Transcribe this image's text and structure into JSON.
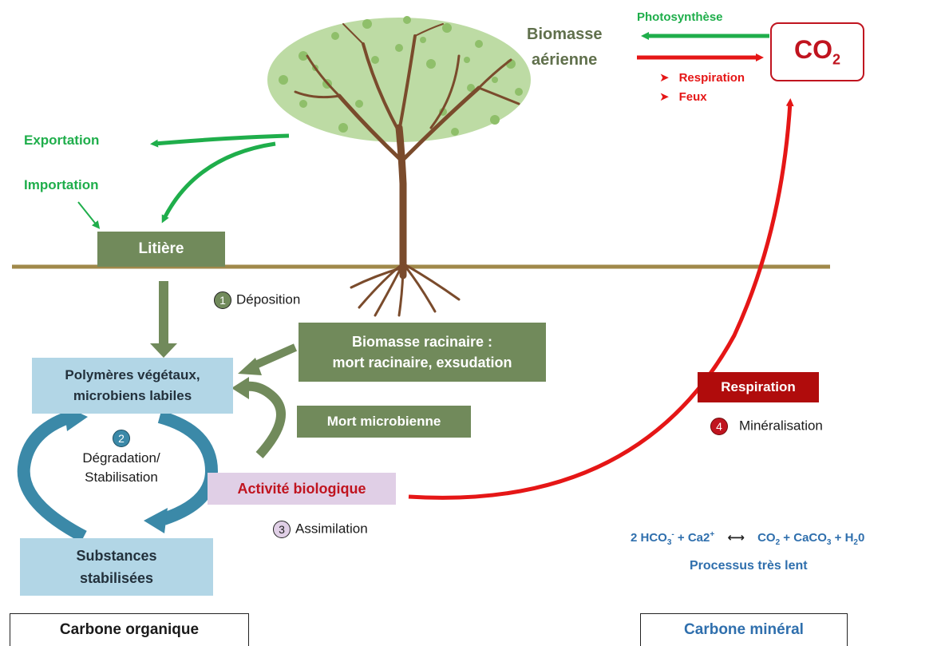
{
  "co2": {
    "main": "CO",
    "sub": "2"
  },
  "biomasse_aerienne": {
    "line1": "Biomasse",
    "line2": "aérienne"
  },
  "photosynthese": "Photosynthèse",
  "respiration_top": "Respiration",
  "feux": "Feux",
  "exportation": "Exportation",
  "importation": "Importation",
  "litiere": "Litière",
  "deposition": {
    "num": "1",
    "label": "Déposition"
  },
  "biomasse_racinaire": {
    "line1": "Biomasse racinaire :",
    "line2": "mort racinaire, exsudation"
  },
  "polymeres": {
    "line1": "Polymères végétaux,",
    "line2": "microbiens labiles"
  },
  "mort_microbienne": "Mort microbienne",
  "degradation": {
    "num": "2",
    "line1": "Dégradation/",
    "line2": "Stabilisation"
  },
  "activite_biologique": "Activité biologique",
  "assimilation": {
    "num": "3",
    "label": "Assimilation"
  },
  "substances": {
    "line1": "Substances",
    "line2": "stabilisées"
  },
  "respiration_box": "Respiration",
  "mineralisation": {
    "num": "4",
    "label": "Minéralisation"
  },
  "equation": {
    "a": "2 HCO",
    "a_sub": "3",
    "a_sup": "-",
    "b": " + Ca2",
    "b_sup": "+",
    "arrow": "⟷",
    "c": "CO",
    "c_sub": "2",
    "d": " + CaCO",
    "d_sub": "3",
    "e": " + H",
    "e_sub": "2",
    "f": "0"
  },
  "processus": "Processus très lent",
  "footer_left": "Carbone organique",
  "footer_right": "Carbone minéral",
  "colors": {
    "green": "#1fae4b",
    "red": "#e51616",
    "olive": "#718a5b",
    "lightblue": "#b2d6e6",
    "blue_arrow": "#3b89a8",
    "ground": "#a0894a",
    "trunk": "#7a4b2c",
    "equation_blue": "#2f6fad"
  }
}
